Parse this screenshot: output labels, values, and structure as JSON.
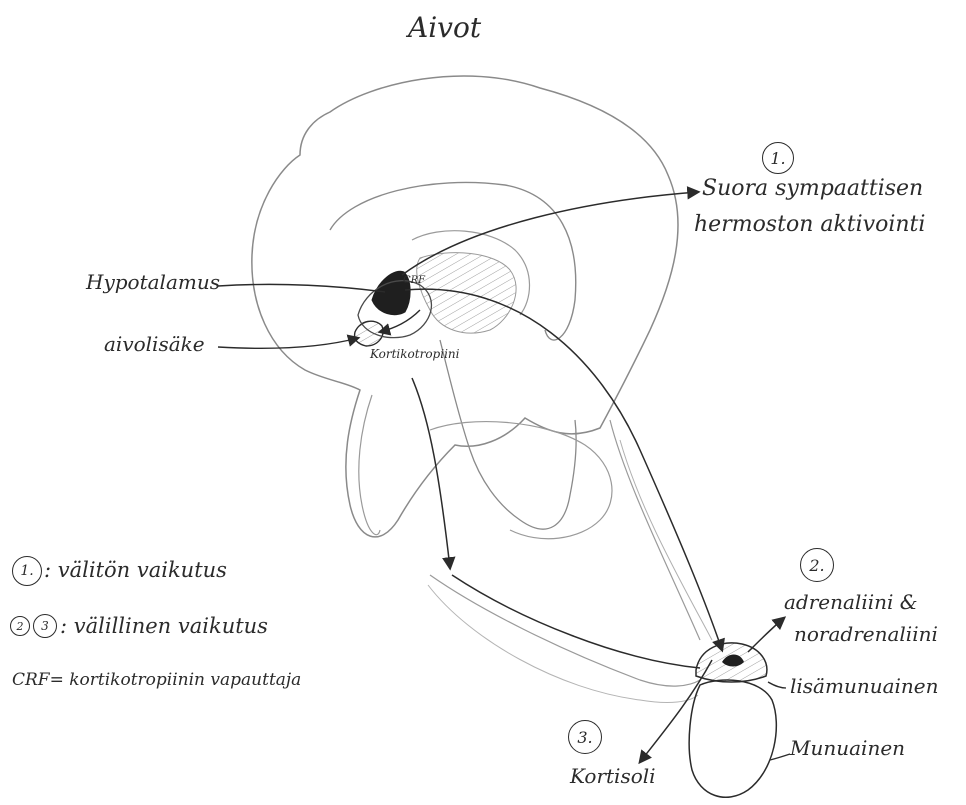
{
  "title": "Aivot",
  "labels": {
    "hypothalamus": "Hypotalamus",
    "pituitary": "aivolisäke",
    "crf": "CRF",
    "corticotropin": "Kortikotropiini",
    "direct_line1": "Suora sympaattisen",
    "direct_line2": "hermoston aktivointi",
    "adrenaline_line1": "adrenaliini &",
    "adrenaline_line2": "noradrenaliini",
    "adrenal_gland": "lisämunuainen",
    "kidney": "Munuainen",
    "cortisol": "Kortisoli"
  },
  "markers": {
    "one": "1.",
    "two": "2.",
    "three": "3."
  },
  "legend": {
    "row1_mark": "1.",
    "row1_text": ": välitön vaikutus",
    "row2_mark_a": "2",
    "row2_mark_b": "3",
    "row2_text": ": välillinen vaikutus",
    "row3_text": "CRF= kortikotropiinin vapauttaja"
  },
  "colors": {
    "ink": "#2b2b2b",
    "pencil": "#8a8a8a",
    "hatch": "#a0a0a0"
  }
}
